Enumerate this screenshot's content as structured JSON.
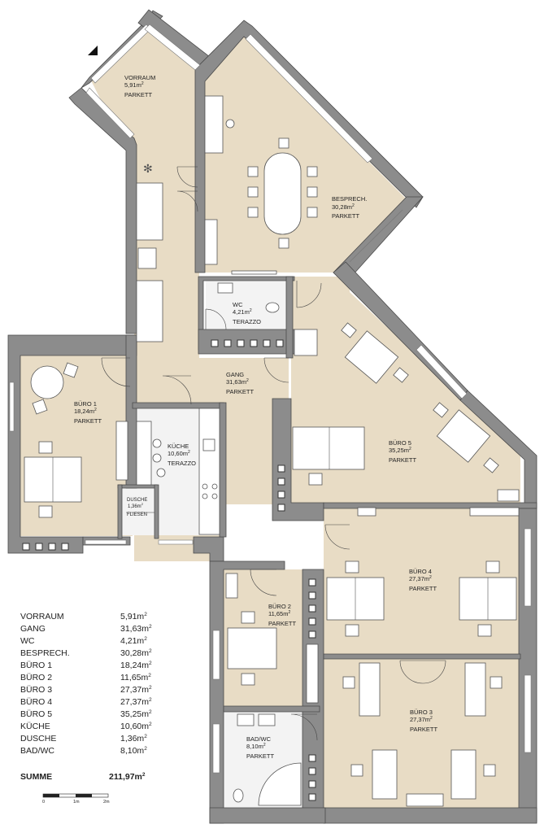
{
  "rooms": [
    {
      "name": "VORRAUM",
      "area": "5,91m",
      "floor": "PARKETT"
    },
    {
      "name": "BESPRECH.",
      "area": "30,28m",
      "floor": "PARKETT"
    },
    {
      "name": "WC",
      "area": "4,21m",
      "floor": "TERAZZO"
    },
    {
      "name": "GANG",
      "area": "31,63m",
      "floor": "PARKETT"
    },
    {
      "name": "BÜRO 1",
      "area": "18,24m",
      "floor": "PARKETT"
    },
    {
      "name": "KÜCHE",
      "area": "10,60m",
      "floor": "TERAZZO"
    },
    {
      "name": "DUSCHE",
      "area": "1,36m",
      "floor": "FLIESEN"
    },
    {
      "name": "BÜRO 5",
      "area": "35,25m",
      "floor": "PARKETT"
    },
    {
      "name": "BÜRO 4",
      "area": "27,37m",
      "floor": "PARKETT"
    },
    {
      "name": "BÜRO 2",
      "area": "11,65m",
      "floor": "PARKETT"
    },
    {
      "name": "BAD/WC",
      "area": "8,10m",
      "floor": "PARKETT"
    },
    {
      "name": "BÜRO 3",
      "area": "27,37m",
      "floor": "PARKETT"
    }
  ],
  "legend": [
    {
      "name": "VORRAUM",
      "area": "5,91m"
    },
    {
      "name": "GANG",
      "area": "31,63m"
    },
    {
      "name": "WC",
      "area": "4,21m"
    },
    {
      "name": "BESPRECH.",
      "area": "30,28m"
    },
    {
      "name": "BÜRO 1",
      "area": "18,24m"
    },
    {
      "name": "BÜRO 2",
      "area": "11,65m"
    },
    {
      "name": "BÜRO 3",
      "area": "27,37m"
    },
    {
      "name": "BÜRO 4",
      "area": "27,37m"
    },
    {
      "name": "BÜRO 5",
      "area": "35,25m"
    },
    {
      "name": "KÜCHE",
      "area": "10,60m"
    },
    {
      "name": "DUSCHE",
      "area": "1,36m"
    },
    {
      "name": "BAD/WC",
      "area": "8,10m"
    }
  ],
  "summe": {
    "label": "SUMME",
    "area": "211,97m"
  },
  "sup": "2",
  "scale": {
    "labels": [
      "0",
      "1m",
      "2m"
    ]
  },
  "colors": {
    "wall": "#8c8c8c",
    "wood_floor": "#e8dcc5",
    "tile_floor": "#f3f3f3"
  },
  "north_marker": "north-arrow-icon"
}
